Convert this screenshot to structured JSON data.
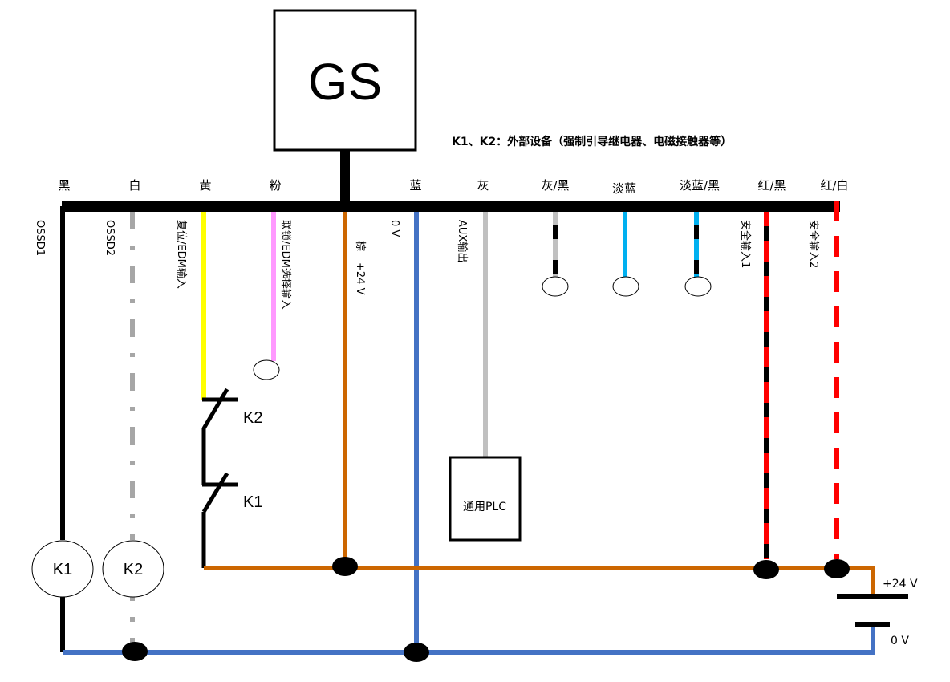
{
  "device": {
    "label": "GS"
  },
  "note": "K1、K2：外部设备（强制引导继电器、电磁接触器等）",
  "colors": {
    "black": "#000000",
    "white_wire": "#a6a6a6",
    "yellow": "#ffff00",
    "pink": "#ff99ff",
    "brown": "#cc6600",
    "blue": "#4472c4",
    "gray": "#c0c0c0",
    "light_blue": "#00b0f0",
    "red": "#ff0000"
  },
  "wires": [
    {
      "id": "black",
      "color_name": "黑",
      "function": "OSSD1"
    },
    {
      "id": "white",
      "color_name": "白",
      "function": "OSSD2"
    },
    {
      "id": "yellow",
      "color_name": "黄",
      "function": "复位/EDM输入"
    },
    {
      "id": "pink",
      "color_name": "粉",
      "function": "联锁/EDM选择输入"
    },
    {
      "id": "brown",
      "color_name": "棕",
      "function": "+24 V"
    },
    {
      "id": "blue",
      "color_name": "蓝",
      "function": "0 V"
    },
    {
      "id": "gray",
      "color_name": "灰",
      "function": "AUX输出"
    },
    {
      "id": "gray-black",
      "color_name": "灰/黑",
      "function": ""
    },
    {
      "id": "light-blue",
      "color_name": "淡蓝",
      "function": ""
    },
    {
      "id": "light-blue-black",
      "color_name": "淡蓝/黑",
      "function": ""
    },
    {
      "id": "red-black",
      "color_name": "红/黑",
      "function": "安全输入1"
    },
    {
      "id": "red-white",
      "color_name": "红/白",
      "function": "安全输入2"
    }
  ],
  "brown_label_prefix": "棕",
  "components": {
    "relay_coil_1": "K1",
    "relay_coil_2": "K2",
    "contact_1": "K1",
    "contact_2": "K2",
    "plc": "通用PLC"
  },
  "power": {
    "positive": "+24 V",
    "negative": "0 V"
  }
}
